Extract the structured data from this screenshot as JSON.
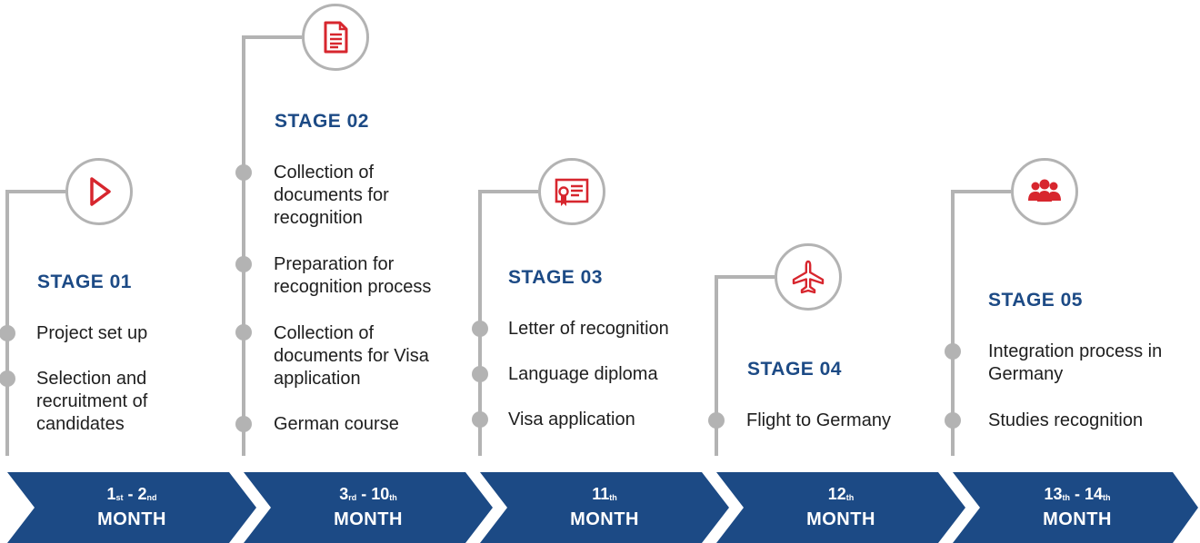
{
  "colors": {
    "accent_red": "#d7262e",
    "navy": "#1c4a85",
    "connector_gray": "#b3b3b3"
  },
  "stages": [
    {
      "title": "STAGE 01",
      "icon": "play-icon",
      "items": [
        "Project set up",
        "Selection and recruitment of candidates"
      ],
      "period": {
        "from_num": "1",
        "from_suffix": "st",
        "to_num": "2",
        "to_suffix": "nd",
        "month_label": "MONTH"
      }
    },
    {
      "title": "STAGE 02",
      "icon": "document-icon",
      "items": [
        "Collection of documents for recognition",
        "Preparation for recognition process",
        "Collection of documents for Visa application",
        "German course"
      ],
      "period": {
        "from_num": "3",
        "from_suffix": "rd",
        "to_num": "10",
        "to_suffix": "th",
        "month_label": "MONTH"
      }
    },
    {
      "title": "STAGE 03",
      "icon": "certificate-icon",
      "items": [
        "Letter of recognition",
        "Language diploma",
        "Visa application"
      ],
      "period": {
        "from_num": "11",
        "from_suffix": "th",
        "month_label": "MONTH"
      }
    },
    {
      "title": "STAGE 04",
      "icon": "airplane-icon",
      "items": [
        "Flight to Germany"
      ],
      "period": {
        "from_num": "12",
        "from_suffix": "th",
        "month_label": "MONTH"
      }
    },
    {
      "title": "STAGE 05",
      "icon": "group-icon",
      "items": [
        "Integration process in Germany",
        "Studies recognition"
      ],
      "period": {
        "from_num": "13",
        "from_suffix": "th",
        "to_num": "14",
        "to_suffix": "th",
        "month_label": "MONTH"
      }
    }
  ]
}
